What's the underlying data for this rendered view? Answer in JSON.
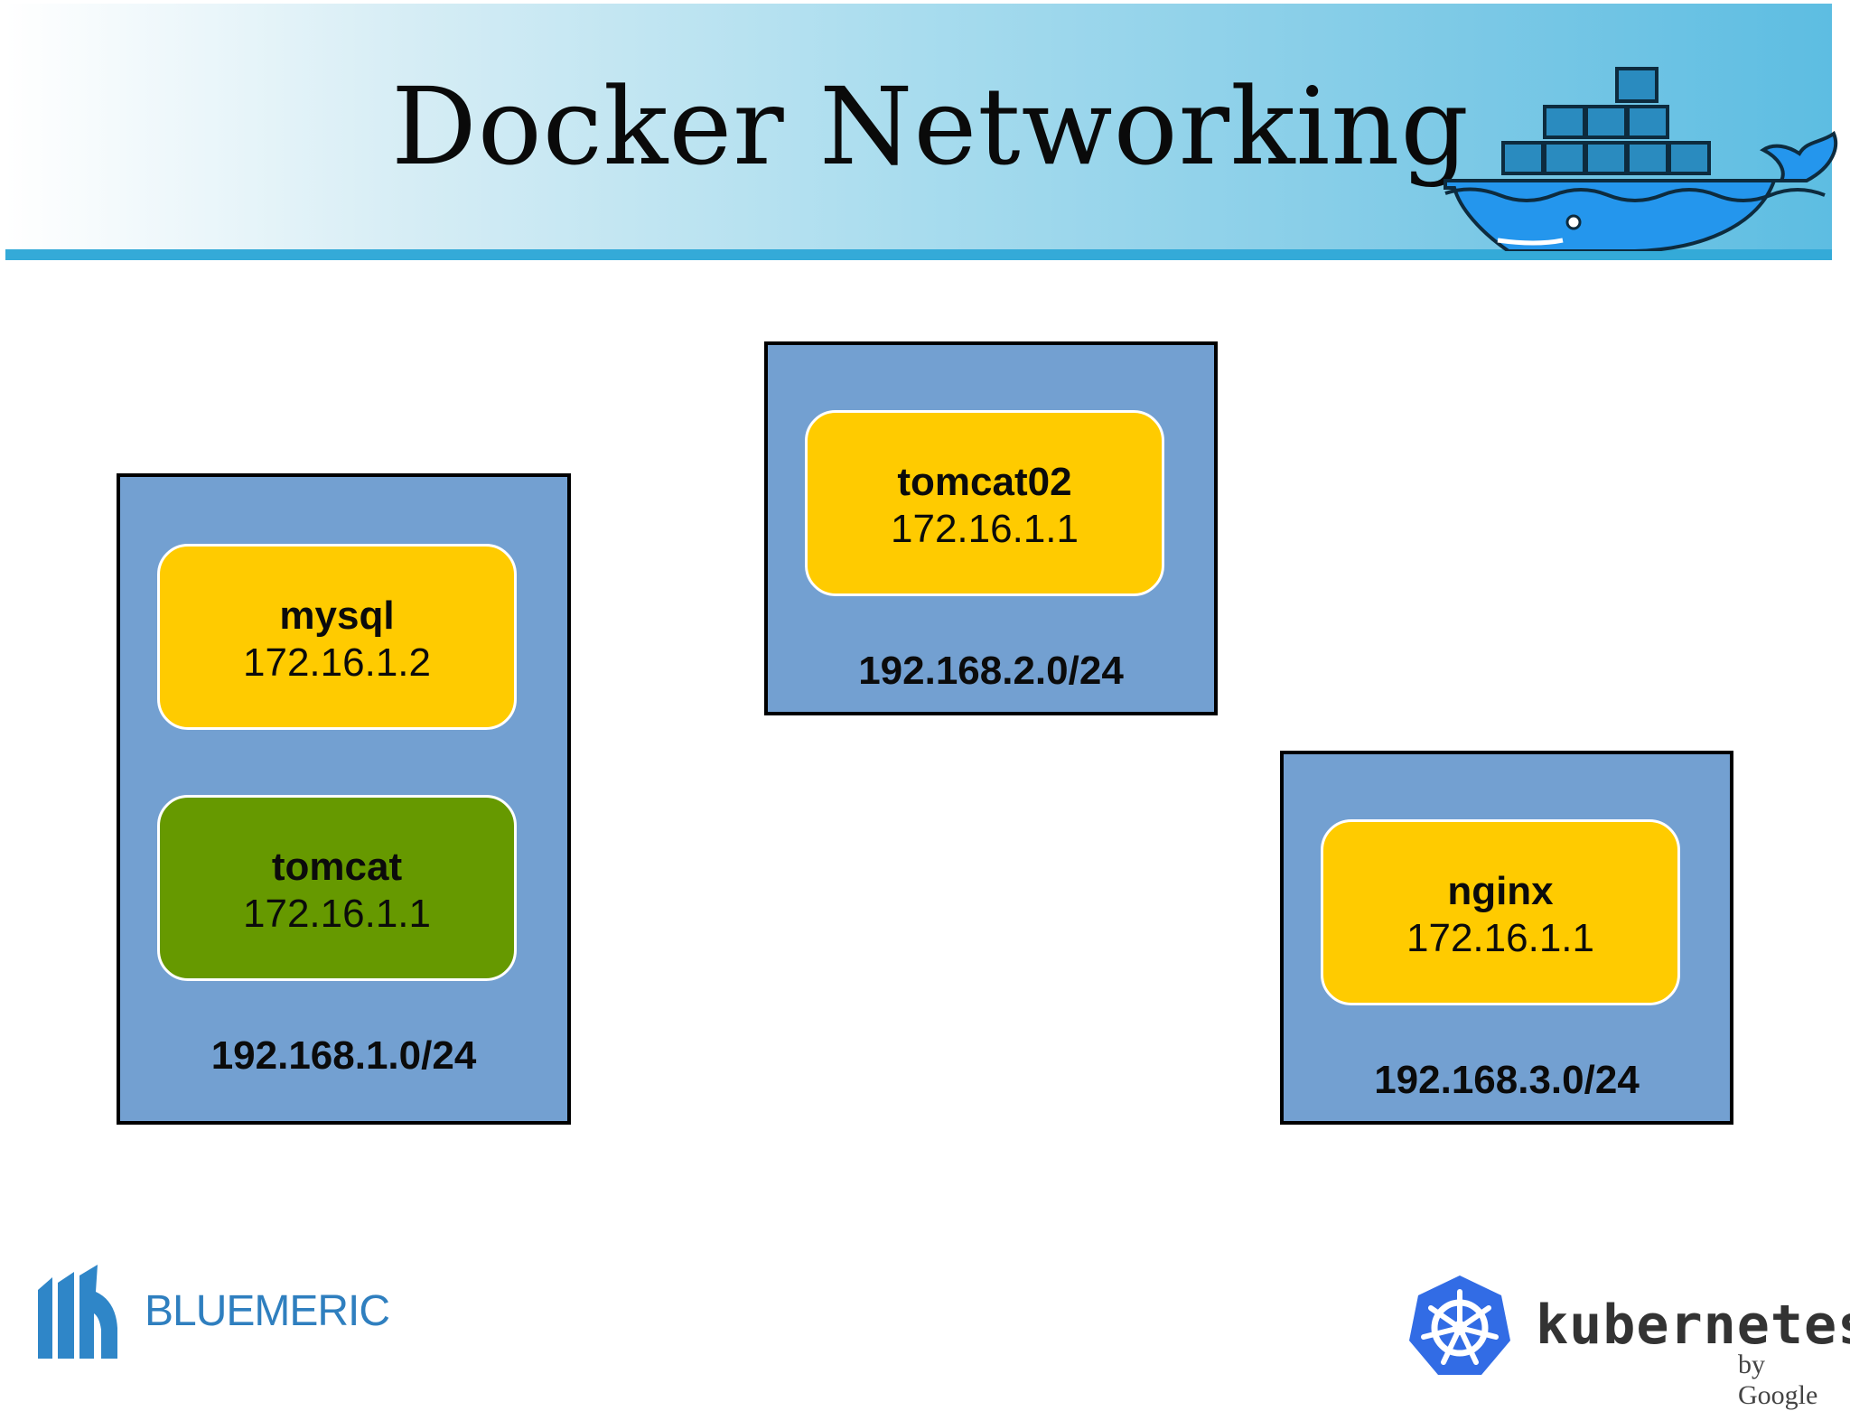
{
  "header": {
    "title": "Docker Networking"
  },
  "networks": [
    {
      "subnet": "192.168.1.0/24",
      "containers": [
        {
          "name": "mysql",
          "ip": "172.16.1.2",
          "color": "#ffcb00"
        },
        {
          "name": "tomcat",
          "ip": "172.16.1.1",
          "color": "#669900"
        }
      ]
    },
    {
      "subnet": "192.168.2.0/24",
      "containers": [
        {
          "name": "tomcat02",
          "ip": "172.16.1.1",
          "color": "#ffcb00"
        }
      ]
    },
    {
      "subnet": "192.168.3.0/24",
      "containers": [
        {
          "name": "nginx",
          "ip": "172.16.1.1",
          "color": "#ffcb00"
        }
      ]
    }
  ],
  "footer": {
    "left_logo": "BLUEMERIC",
    "right_logo": "kubernetes",
    "right_logo_sub": "by Google"
  },
  "colors": {
    "network_fill": "#73a0d1",
    "header_rule": "#34aad8",
    "docker_blue": "#2496ed"
  },
  "icons": [
    "docker-whale-icon",
    "bluemeric-logo-icon",
    "kubernetes-wheel-icon"
  ]
}
